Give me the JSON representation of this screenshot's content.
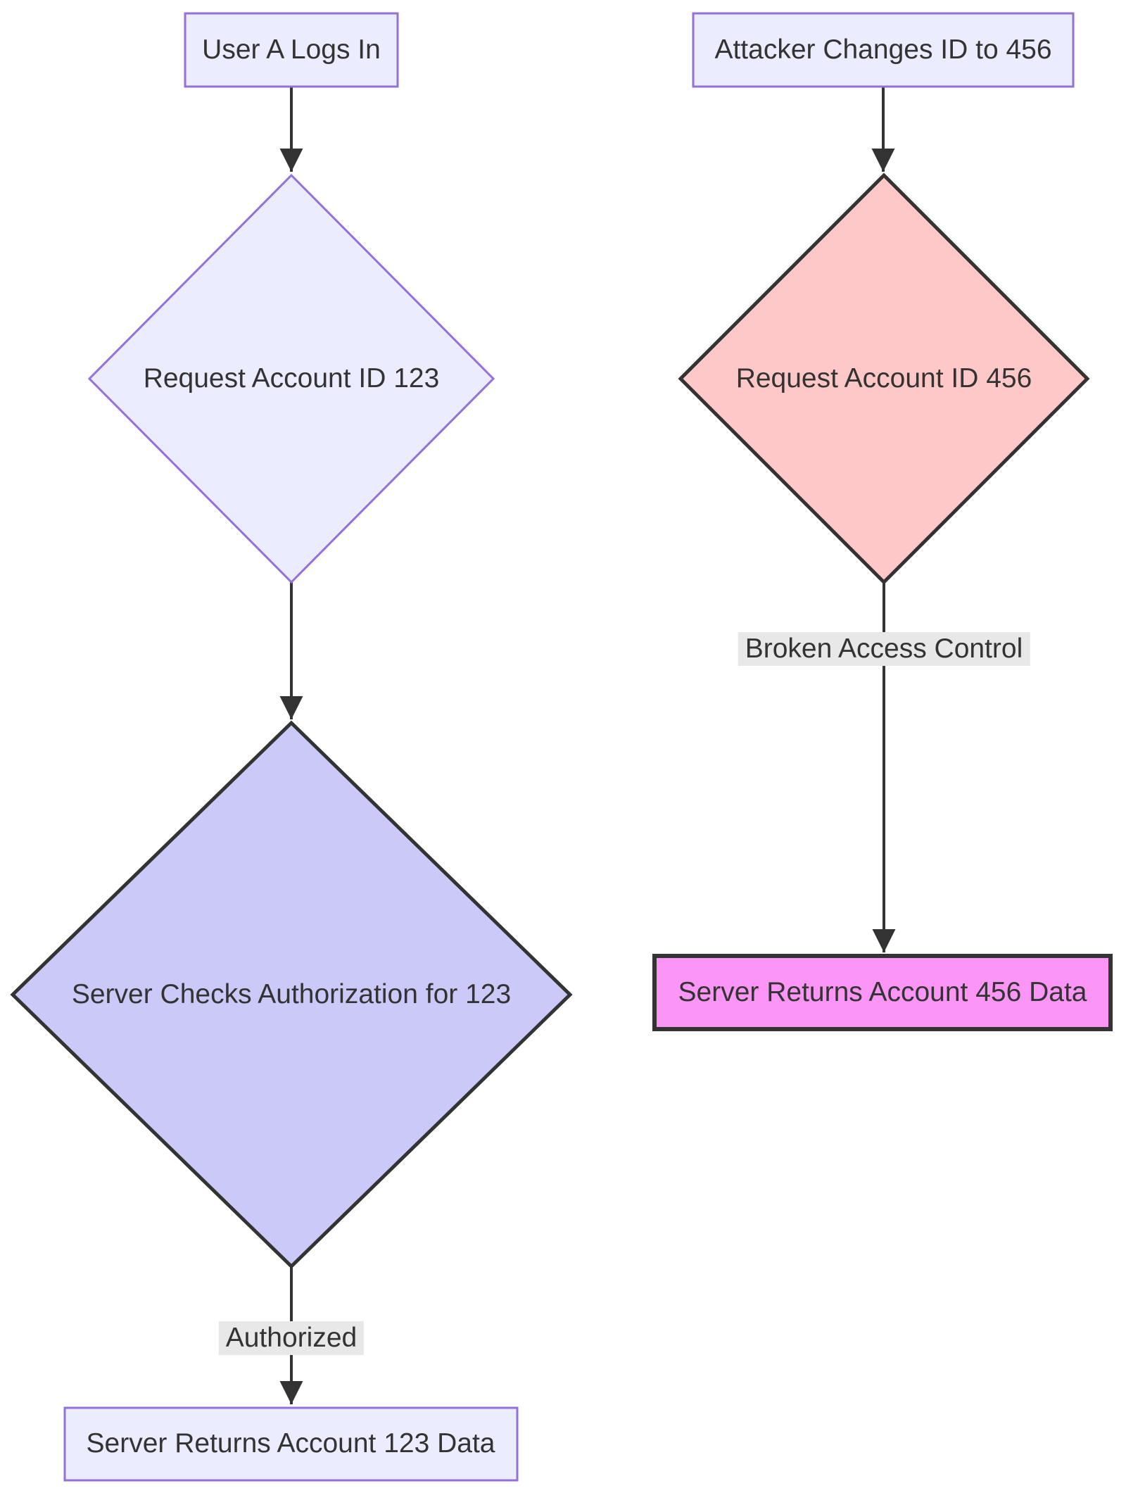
{
  "colors": {
    "background": "#FFFFFF",
    "node_fill": "#ECECFF",
    "node_border": "#9370DB",
    "auth_check_fill": "#CBC9F7",
    "attack_request_fill": "#FFC8C8",
    "breach_result_fill": "#FC96F6",
    "dark_stroke": "#333333",
    "edge_color": "#333333",
    "edge_label_bg": "#E8E8E8",
    "text_color": "#333333"
  },
  "left_flow": {
    "user_login": {
      "label": "User A Logs In"
    },
    "request_123": {
      "label": "Request Account ID 123"
    },
    "server_checks": {
      "label": "Server Checks Authorization for 123"
    },
    "edge_authorized": {
      "label": "Authorized"
    },
    "return_123": {
      "label": "Server Returns Account 123 Data"
    }
  },
  "right_flow": {
    "attacker": {
      "label": "Attacker Changes ID to 456"
    },
    "request_456": {
      "label": "Request Account ID 456"
    },
    "edge_broken": {
      "label": "Broken Access Control"
    },
    "return_456": {
      "label": "Server Returns Account 456 Data"
    }
  }
}
